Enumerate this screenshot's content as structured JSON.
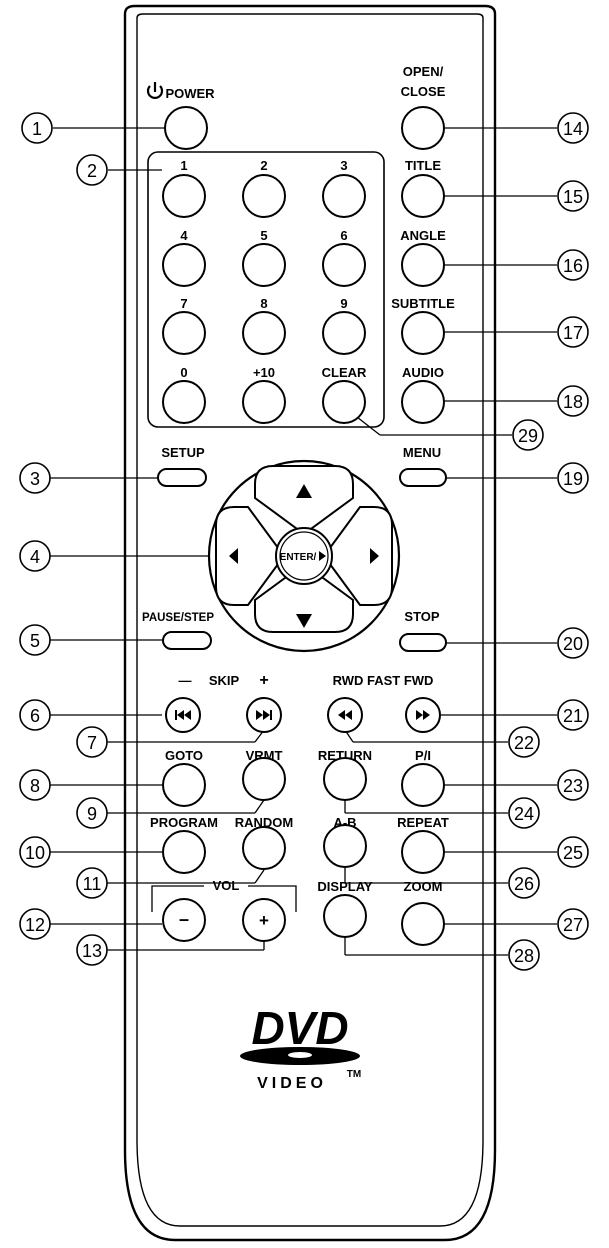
{
  "buttons": {
    "power": "POWER",
    "open_close_1": "OPEN/",
    "open_close_2": "CLOSE",
    "title": "TITLE",
    "angle": "ANGLE",
    "subtitle": "SUBTITLE",
    "audio": "AUDIO",
    "menu": "MENU",
    "setup": "SETUP",
    "pause_step": "PAUSE/STEP",
    "stop": "STOP",
    "enter": "ENTER/",
    "skip": "SKIP",
    "skip_minus": "—",
    "skip_plus": "+",
    "rwd_fast_fwd": "RWD FAST FWD",
    "goto": "GOTO",
    "vrmt": "VRMT",
    "return": "RETURN",
    "pi": "P/I",
    "program": "PROGRAM",
    "random": "RANDOM",
    "ab": "A-B",
    "repeat": "REPEAT",
    "vol": "VOL",
    "vol_minus": "–",
    "vol_plus": "+",
    "display": "DISPLAY",
    "zoom": "ZOOM"
  },
  "keypad": [
    "1",
    "2",
    "3",
    "4",
    "5",
    "6",
    "7",
    "8",
    "9",
    "0",
    "+10",
    "CLEAR"
  ],
  "callouts": [
    "1",
    "2",
    "3",
    "4",
    "5",
    "6",
    "7",
    "8",
    "9",
    "10",
    "11",
    "12",
    "13",
    "14",
    "15",
    "16",
    "17",
    "18",
    "19",
    "20",
    "21",
    "22",
    "23",
    "24",
    "25",
    "26",
    "27",
    "28",
    "29"
  ],
  "logo": {
    "main": "DVD",
    "sub": "VIDEO",
    "tm": "TM"
  },
  "icons": [
    "power-icon",
    "arrow-up-icon",
    "arrow-down-icon",
    "arrow-left-icon",
    "arrow-right-icon",
    "play-icon",
    "skip-back-icon",
    "skip-forward-icon",
    "rewind-icon",
    "fast-forward-icon"
  ]
}
